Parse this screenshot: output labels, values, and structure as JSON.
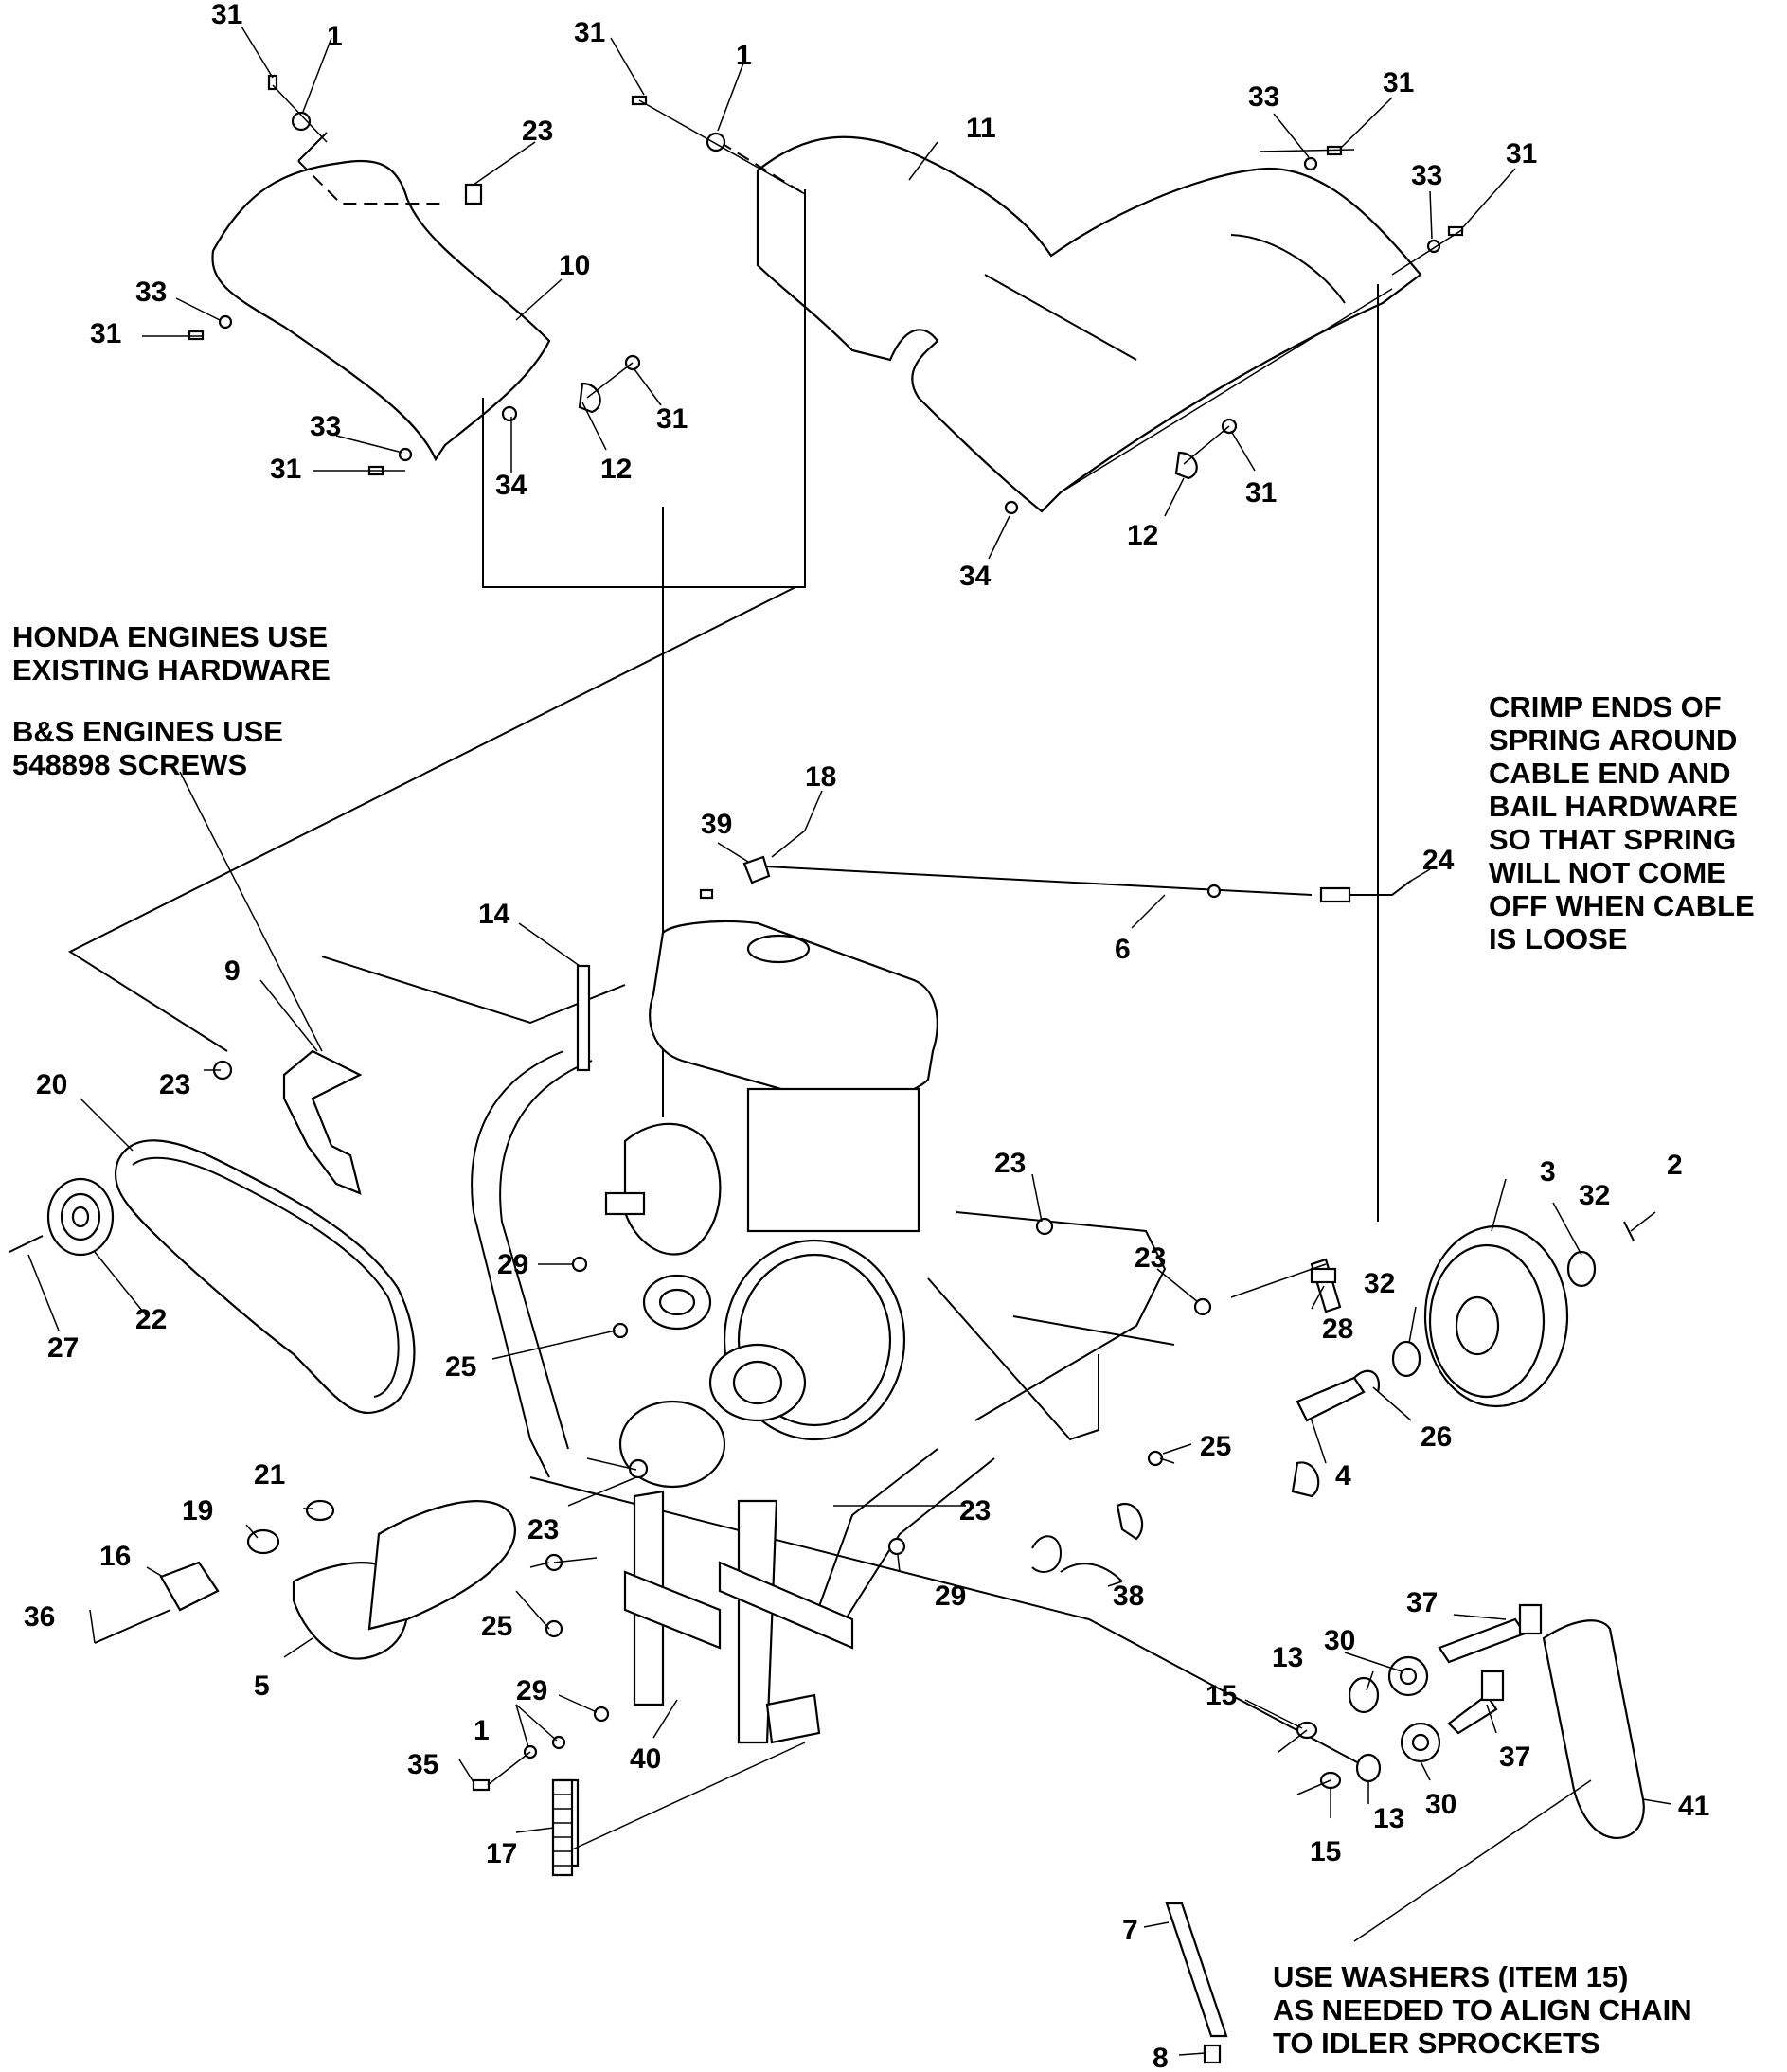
{
  "callouts": {
    "c1a": "31",
    "c1b": "1",
    "c1c": "23",
    "c1d": "10",
    "c1e": "33",
    "c1f": "31",
    "c1g": "33",
    "c1h": "31",
    "c1i": "34",
    "c1j": "12",
    "c1k": "31",
    "c2a": "31",
    "c2b": "1",
    "c2c": "11",
    "c2d": "33",
    "c2e": "31",
    "c2f": "33",
    "c2g": "31",
    "c2h": "12",
    "c2i": "31",
    "c2j": "34",
    "c3a": "18",
    "c3b": "39",
    "c3c": "24",
    "c3d": "6",
    "c3e": "14",
    "c4a": "9",
    "c4b": "23",
    "c4c": "20",
    "c4d": "22",
    "c4e": "27",
    "c5a": "29",
    "c5b": "25",
    "c5c": "23",
    "c5d": "23",
    "c5e": "28",
    "c5f": "3",
    "c5g": "2",
    "c5h": "32",
    "c5i": "32",
    "c5j": "26",
    "c5k": "4",
    "c5l": "25",
    "c6a": "21",
    "c6b": "19",
    "c6c": "16",
    "c6d": "36",
    "c6e": "5",
    "c6f": "23",
    "c6g": "23",
    "c6h": "25",
    "c6i": "29",
    "c6j": "38",
    "c6k": "29",
    "c6l": "1",
    "c6m": "35",
    "c6n": "40",
    "c6o": "17",
    "c7a": "37",
    "c7b": "13",
    "c7c": "30",
    "c7d": "15",
    "c7e": "37",
    "c7f": "15",
    "c7g": "13",
    "c7h": "30",
    "c7i": "41",
    "c7j": "7",
    "c7k": "8"
  },
  "notes": {
    "honda": [
      "HONDA ENGINES USE",
      "EXISTING HARDWARE"
    ],
    "bs": [
      "B&S ENGINES USE",
      "548898 SCREWS"
    ],
    "crimp": [
      "CRIMP ENDS OF",
      "SPRING AROUND",
      "CABLE END AND",
      "BAIL HARDWARE",
      "SO THAT SPRING",
      "WILL NOT COME",
      "OFF WHEN CABLE",
      "IS LOOSE"
    ],
    "washers": [
      "USE WASHERS (ITEM 15)",
      "AS NEEDED TO ALIGN CHAIN",
      "TO IDLER SPROCKETS"
    ]
  }
}
